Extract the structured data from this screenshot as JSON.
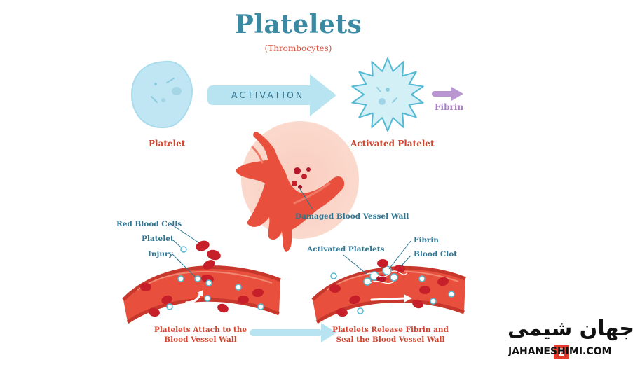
{
  "header": {
    "title": "Platelets",
    "subtitle": "(Thrombocytes)"
  },
  "activation": {
    "arrow_label": "ACTIVATION",
    "platelet_label": "Platelet",
    "activated_label": "Activated Platelet",
    "fibrin_label": "Fibrin"
  },
  "vessel": {
    "damaged_label": "Damaged Blood Vessel Wall"
  },
  "left_panel": {
    "red_blood_cells": "Red Blood Cells",
    "platelet": "Platelet",
    "injury": "Injury",
    "caption_line1": "Platelets Attach to the",
    "caption_line2": "Blood Vessel Wall"
  },
  "right_panel": {
    "activated_platelets": "Activated Platelets",
    "fibrin": "Fibrin",
    "blood_clot": "Blood Clot",
    "caption_line1": "Platelets Release Fibrin and",
    "caption_line2": "Seal the Blood Vessel Wall"
  },
  "logo": {
    "persian": "جهان شیمی",
    "latin": "JAHANESHIMI.COM"
  },
  "colors": {
    "title": "#3b8aa3",
    "label_red": "#d0452f",
    "label_blue": "#2f7591",
    "platelet_fill": "#bfe6f2",
    "arrow": "#b8e3f0",
    "fibrin_arrow": "#b995d2",
    "vessel": "#e8503d",
    "blood_cell": "#c61f2a"
  },
  "icons": [
    "platelet-icon",
    "activated-platelet-icon",
    "activation-arrow-icon",
    "fibrin-arrow-icon",
    "blood-vessel-icon",
    "red-blood-cell-icon"
  ]
}
